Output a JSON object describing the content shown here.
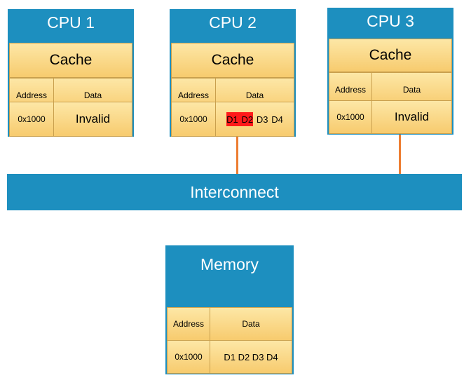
{
  "cpus": [
    {
      "title": "CPU 1",
      "cache_title": "Cache",
      "header": {
        "address": "Address",
        "data": "Data"
      },
      "line": {
        "address": "0x1000",
        "data": "Invalid"
      }
    },
    {
      "title": "CPU 2",
      "cache_title": "Cache",
      "header": {
        "address": "Address",
        "data": "Data"
      },
      "line": {
        "address": "0x1000",
        "words": [
          "D1",
          "D2",
          "D3",
          "D4"
        ]
      }
    },
    {
      "title": "CPU 3",
      "cache_title": "Cache",
      "header": {
        "address": "Address",
        "data": "Data"
      },
      "line": {
        "address": "0x1000",
        "data": "Invalid"
      }
    }
  ],
  "interconnect": {
    "label": "Interconnect"
  },
  "memory": {
    "title": "Memory",
    "header": {
      "address": "Address",
      "data": "Data"
    },
    "line": {
      "address": "0x1000",
      "data": "D1 D2 D3 D4"
    }
  },
  "colors": {
    "block_blue": "#1d8fbf",
    "cache_fill": "#f9d27e",
    "wire": "#ed7d31",
    "stale_highlight": "#ff1a1a"
  }
}
